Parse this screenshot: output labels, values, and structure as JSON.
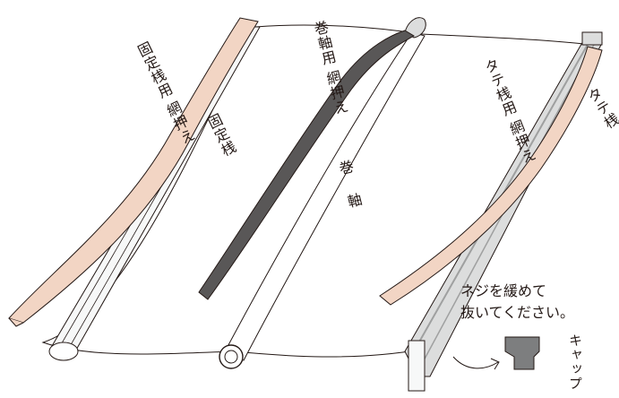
{
  "labels": {
    "fixed_frame_clip": "固定桟用 網押え",
    "fixed_frame": "固定桟",
    "roller_clip": "巻軸用 網押え",
    "roller": "巻軸",
    "vertical_frame_clip": "タテ桟用 網押え",
    "vertical_frame": "タテ桟",
    "instruction_line1": "ネジを緩めて",
    "instruction_line2": "抜いてください。",
    "cap": "キャップ"
  },
  "colors": {
    "outline": "#231815",
    "clip_beige": "#f2d5c4",
    "roller_clip_dark": "#595757",
    "frame_gray": "#dcdddd",
    "frame_dark": "#9fa0a0",
    "cap_gray": "#7d7e7f",
    "background": "#ffffff"
  }
}
